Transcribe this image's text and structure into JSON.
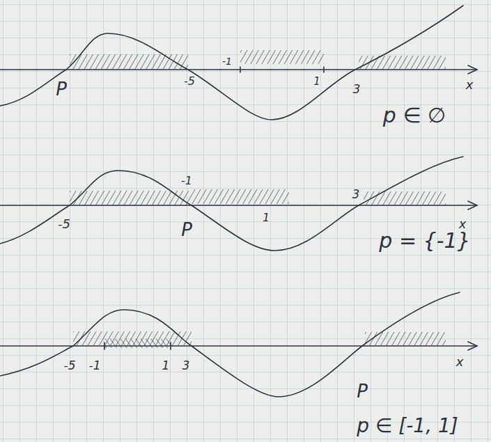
{
  "diagram": {
    "labels": [
      "P",
      "-5",
      "-1",
      "1",
      "3",
      "x",
      "p ∈ ∅",
      "-1",
      "-5",
      "P",
      "1",
      "3",
      "x",
      "p = {-1}",
      "-5",
      "-1",
      "1",
      "3",
      "P",
      "x",
      "p ∈ [-1, 1]"
    ]
  }
}
